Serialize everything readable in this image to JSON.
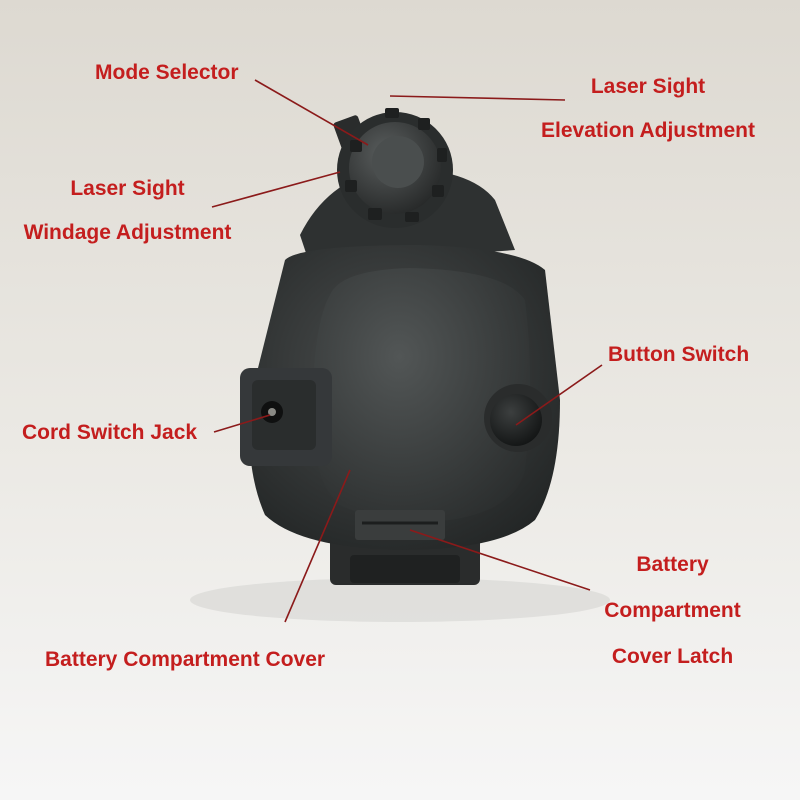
{
  "colors": {
    "label_text": "#c41e1e",
    "leader_line": "#8b1a1a",
    "background_top": "#e6e3dc",
    "background_bottom": "#f4f4f4",
    "device_body": "#2f3232"
  },
  "callouts": {
    "mode_selector": {
      "lines": [
        "Mode Selector"
      ]
    },
    "elevation_adjustment": {
      "lines": [
        "Laser Sight",
        "Elevation Adjustment"
      ]
    },
    "windage_adjustment": {
      "lines": [
        "Laser Sight",
        "Windage Adjustment"
      ]
    },
    "button_switch": {
      "lines": [
        "Button Switch"
      ]
    },
    "cord_switch_jack": {
      "lines": [
        "Cord Switch Jack"
      ]
    },
    "battery_compartment_cover": {
      "lines": [
        "Battery Compartment Cover"
      ]
    },
    "battery_cover_latch": {
      "lines": [
        "Battery",
        "Compartment",
        "Cover Latch"
      ]
    }
  }
}
